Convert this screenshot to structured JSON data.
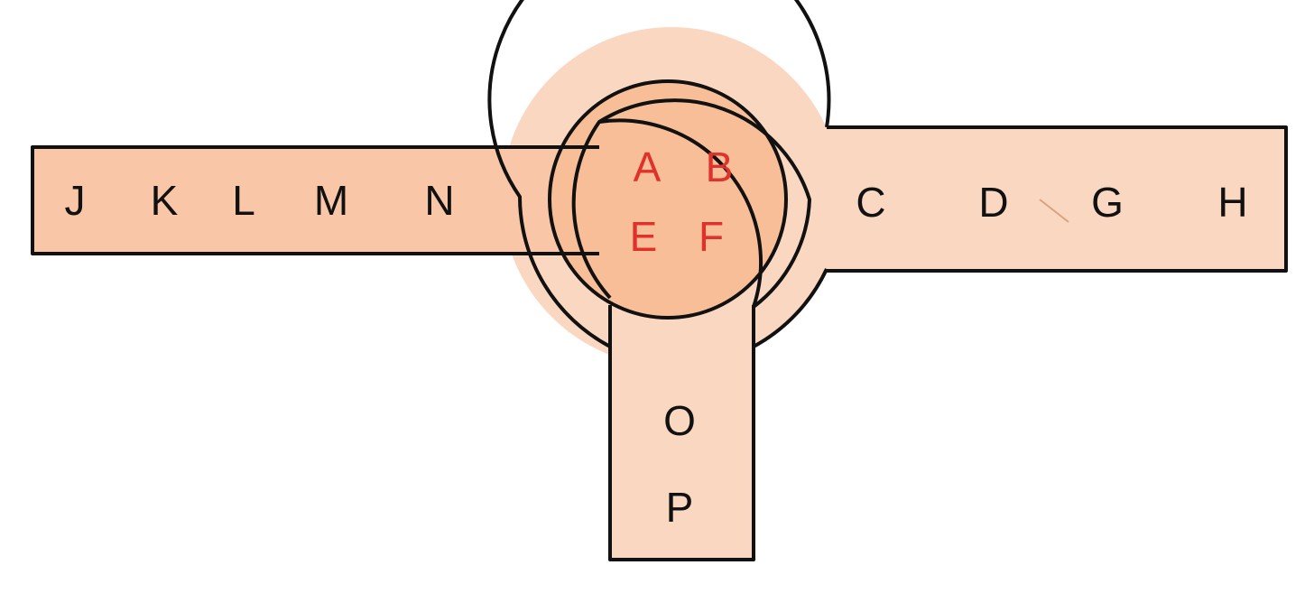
{
  "colors": {
    "outer_fill": "#fad7c1",
    "inner_fill": "#f7be98",
    "left_arm_fill": "#f9c7a7",
    "stroke": "#111111",
    "core_text": "#e0322d",
    "arm_text": "#111111"
  },
  "left_arm": {
    "labels": [
      "J",
      "K",
      "L",
      "M",
      "N"
    ]
  },
  "right_arm": {
    "labels": [
      "C",
      "D",
      "G",
      "H"
    ]
  },
  "bottom_arm": {
    "labels": [
      "O",
      "P"
    ]
  },
  "core": {
    "labels": [
      "A",
      "B",
      "E",
      "F"
    ]
  }
}
